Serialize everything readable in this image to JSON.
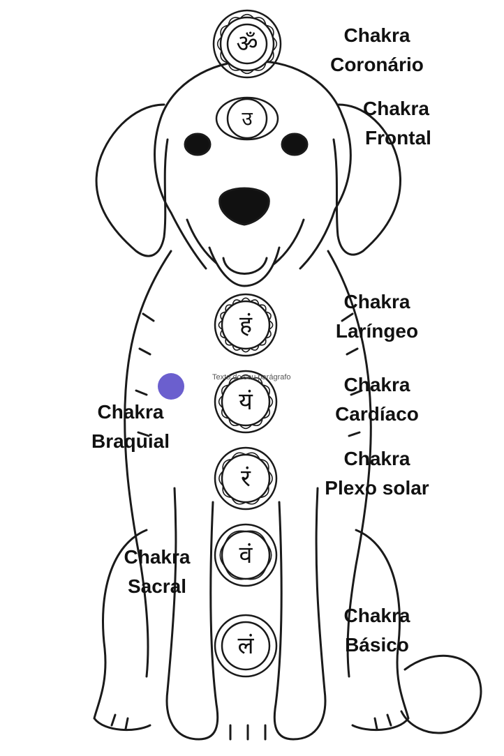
{
  "labels": {
    "coronario": {
      "line1": "Chakra",
      "line2": "Coronário"
    },
    "frontal": {
      "line1": "Chakra",
      "line2": "Frontal"
    },
    "laringeo": {
      "line1": "Chakra",
      "line2": "Laríngeo"
    },
    "cardiaco": {
      "line1": "Chakra",
      "line2": "Cardíaco"
    },
    "braquial": {
      "line1": "Chakra",
      "line2": "Braquial"
    },
    "plexo": {
      "line1": "Chakra",
      "line2": "Plexo solar"
    },
    "sacral": {
      "line1": "Chakra",
      "line2": "Sacral"
    },
    "basico": {
      "line1": "Chakra",
      "line2": "Básico"
    }
  },
  "symbols": {
    "coronario": "ॐ",
    "frontal": "उ",
    "laringeo": "हं",
    "cardiaco": "यं",
    "plexo": "रं",
    "sacral": "वं",
    "basico": "लं"
  },
  "placeholder_text": "Texto do seu parágrafo",
  "colors": {
    "dot": "#6b5fce",
    "ink": "#111111"
  }
}
